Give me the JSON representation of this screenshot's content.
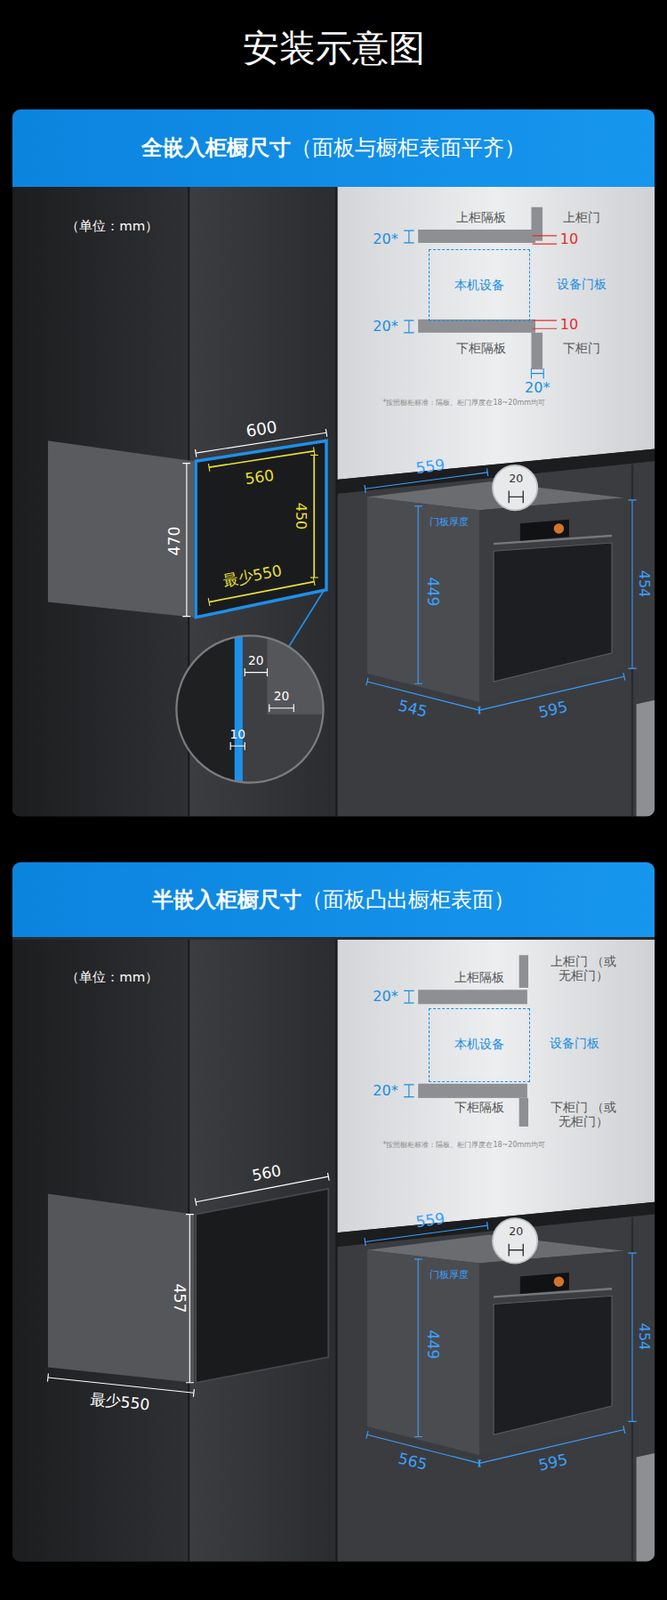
{
  "diagram": {
    "title": "安装示意图",
    "nodes": [
      {
        "text": [
          "全嵌入柜橱尺寸",
          "（面板与橱柜表面平齐）"
        ]
      },
      {
        "text": [
          "本机设备"
        ]
      },
      {
        "text": [
          "半嵌入柜橱尺寸",
          "（面板凸出橱柜表面）"
        ]
      },
      {
        "text": [
          "本机设备"
        ]
      }
    ],
    "labels": [
      "（单位：mm）",
      "上柜隔板",
      "上柜门",
      "20*",
      "10",
      "设备门板",
      "20*",
      "10",
      "下柜隔板",
      "下柜门",
      "20*",
      "*按照橱柜标准：隔板、柜门厚度在18~20mm均可",
      "600",
      "560",
      "450",
      "470",
      "最少550",
      "20",
      "20",
      "10",
      "559",
      "20",
      "门板厚度",
      "449",
      "454",
      "545",
      "595",
      "（单位：mm）",
      "上柜隔板",
      "上柜门 （或无柜门）",
      "20*",
      "设备门板",
      "20*",
      "下柜隔板",
      "下柜门 （或无柜门）",
      "*按照橱柜标准：隔板、柜门厚度在18~20mm均可",
      "560",
      "457",
      "最少550",
      "559",
      "20",
      "门板厚度",
      "449",
      "454",
      "565",
      "595"
    ]
  }
}
